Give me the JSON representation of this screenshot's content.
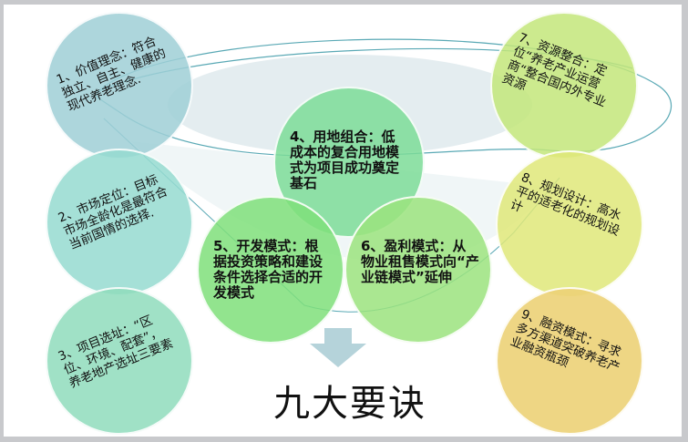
{
  "title": "九大要诀",
  "items": [
    {
      "text": "1、价值理念：符合独立、自主、健康的现代养老理念.",
      "color": "#9fcfd6"
    },
    {
      "text": "2、市场定位：目标市场全龄化是最符合当前国情的选择.",
      "color": "#95dbd0"
    },
    {
      "text": "3、项目选址：“区位、环境、配套”，养老地产选址三要素",
      "color": "#8fdcbc"
    },
    {
      "text": "4、用地组合：低成本的复合用地模式为项目成功奠定基石",
      "color": "#7ddc98"
    },
    {
      "text": "5、开发模式：根据投资策略和建设条件选择合适的开发模式",
      "color": "#7fdf7a"
    },
    {
      "text": "6、盈利模式：从物业租售模式向“产业链模式”延伸",
      "color": "#9be37e"
    },
    {
      "text": "7、资源整合：定位“养老产业运营商“整合国内外专业资源",
      "color": "#c3e67a"
    },
    {
      "text": "8、规划设计：高水平的适老化的规划设计",
      "color": "#dfe879"
    },
    {
      "text": "9、融资模式：寻求多方渠道突破养老产业融资瓶颈",
      "color": "#ecd277"
    }
  ]
}
